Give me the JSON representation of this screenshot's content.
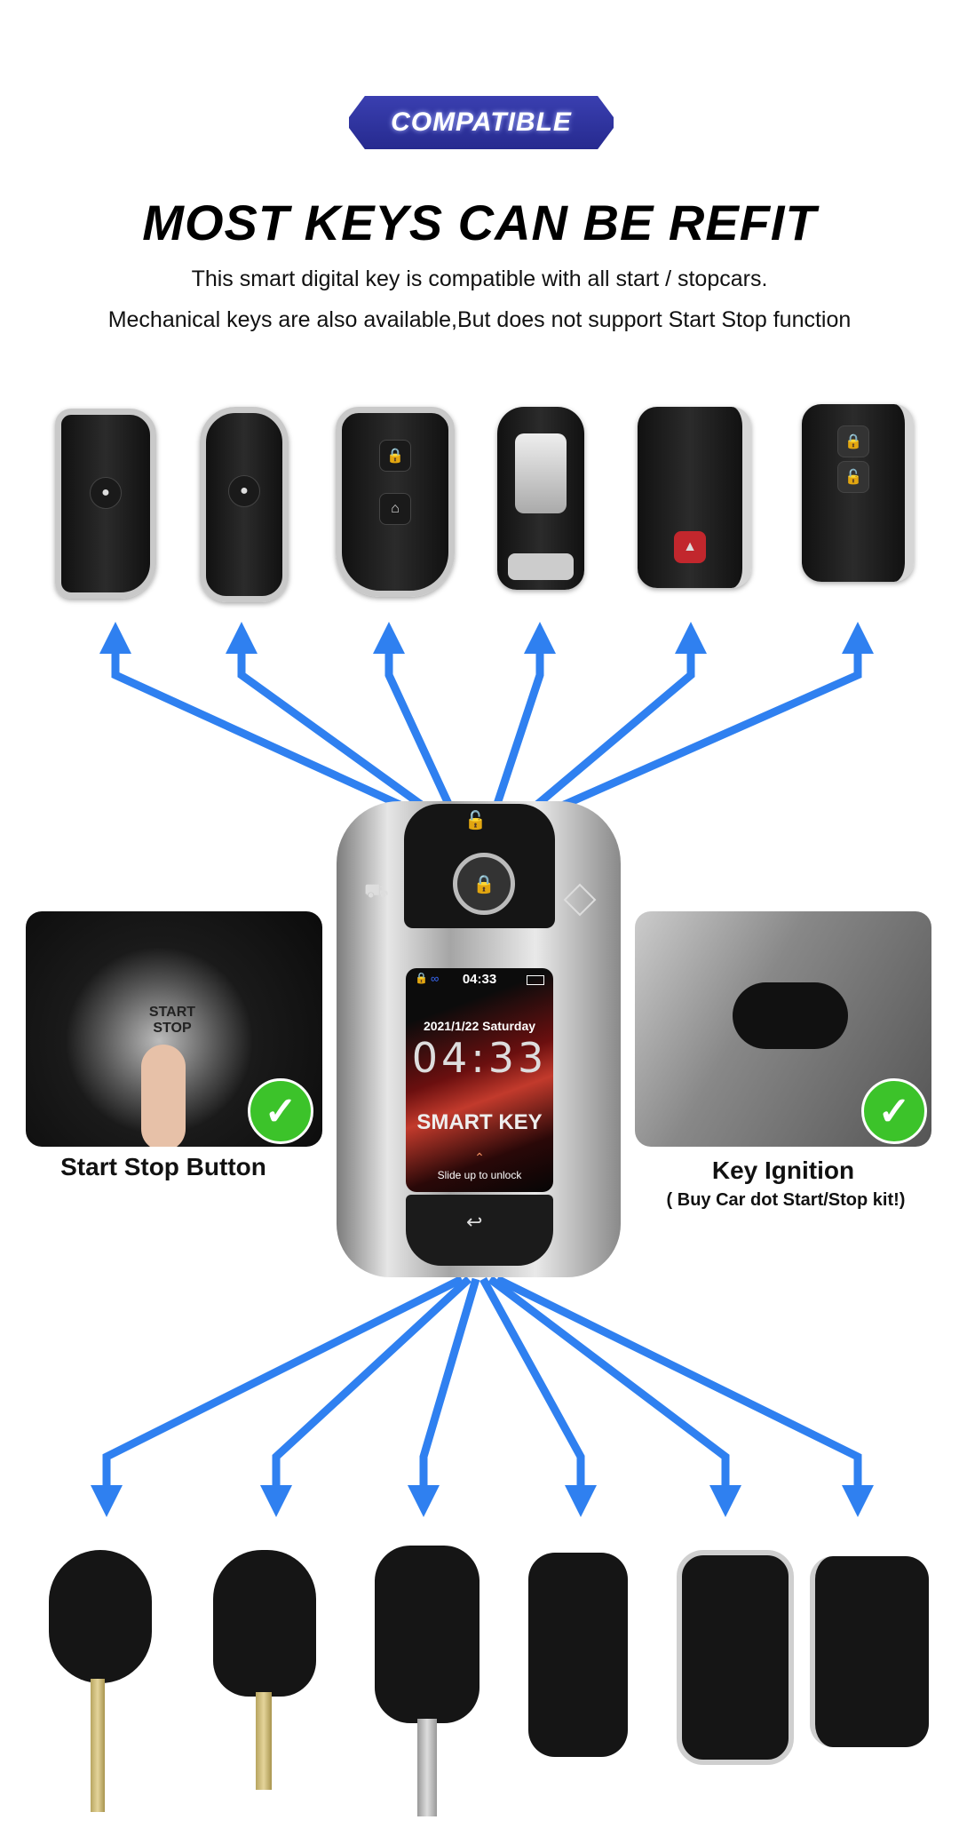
{
  "header": {
    "badge": "COMPATIBLE",
    "title": "MOST KEYS CAN BE REFIT",
    "line1": "This smart digital key is compatible with all start / stopcars.",
    "line2": "Mechanical keys are also available,But does not support Start Stop function"
  },
  "smart_key": {
    "status_time": "04:33",
    "date": "2021/1/22 Saturday",
    "clock": "04:33",
    "brand": "SMART KEY",
    "hint": "Slide up to unlock"
  },
  "left_panel": {
    "caption": "Start Stop Button",
    "photo_text": "START STOP"
  },
  "right_panel": {
    "caption": "Key Ignition",
    "note": "( Buy Car dot Start/Stop kit!)"
  },
  "colors": {
    "arrow": "#2f80f0",
    "badge": "#2c309a",
    "check": "#3cc32a"
  }
}
